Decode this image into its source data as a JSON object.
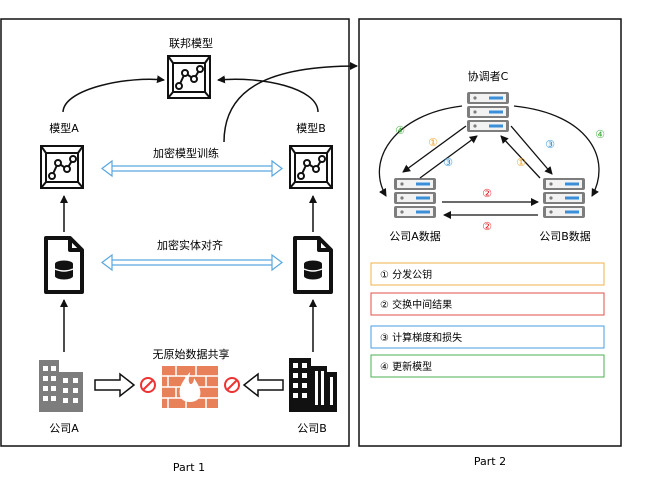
{
  "part1": {
    "caption": "Part 1",
    "federated_model_label": "联邦模型",
    "model_a_label": "模型A",
    "model_b_label": "模型B",
    "encrypted_training_label": "加密模型训练",
    "entity_alignment_label": "加密实体对齐",
    "no_raw_data_label": "无原始数据共享",
    "company_a_label": "公司A",
    "company_b_label": "公司B"
  },
  "part2": {
    "caption": "Part 2",
    "coordinator_label": "协调者C",
    "company_a_data_label": "公司A数据",
    "company_b_data_label": "公司B数据",
    "step_markers": [
      "①",
      "②",
      "③",
      "④"
    ],
    "legend": [
      {
        "text": "① 分发公钥",
        "color": "#f0b04a"
      },
      {
        "text": "② 交换中间结果",
        "color": "#e0504a"
      },
      {
        "text": "③ 计算梯度和损失",
        "color": "#4a9ee0"
      },
      {
        "text": "④ 更新模型",
        "color": "#4caf50"
      }
    ]
  },
  "colors": {
    "step1": "#f0a020",
    "step2": "#e02020",
    "step3": "#2a8fd8",
    "step4": "#3aaa3a",
    "double_arrow": "#5aa8e0",
    "server_body": "#7d7d7d",
    "server_light": "#3a8fd8",
    "firewall": "#e8805a",
    "building_a": "#7d7d7d",
    "building_b": "#111111"
  },
  "icons": {
    "model": "model-box-icon",
    "data_file": "database-file-icon",
    "server": "server-rack-icon",
    "firewall": "firewall-icon",
    "building": "office-building-icon",
    "no_entry": "no-entry-icon"
  }
}
